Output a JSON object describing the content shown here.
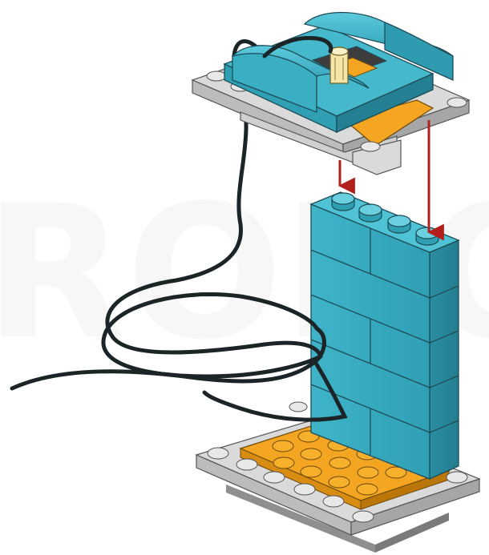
{
  "figure": {
    "kind": "lego-build-step",
    "watermark_text": "ROBO",
    "colors": {
      "teal": "#3fb6cc",
      "teal_light": "#6ad0e0",
      "teal_dark": "#2c8fa3",
      "orange": "#f4a622",
      "orange_dark": "#c98310",
      "grey_plate": "#d8d8d8",
      "grey_plate_dark": "#a8a8a8",
      "cable": "#1b2426",
      "arrow": "#b3201c",
      "axle_tan": "#f5e6a8"
    },
    "parts": [
      "top-assembly",
      "brick-tower",
      "base-plate",
      "motor-cable",
      "placement-arrows"
    ]
  }
}
